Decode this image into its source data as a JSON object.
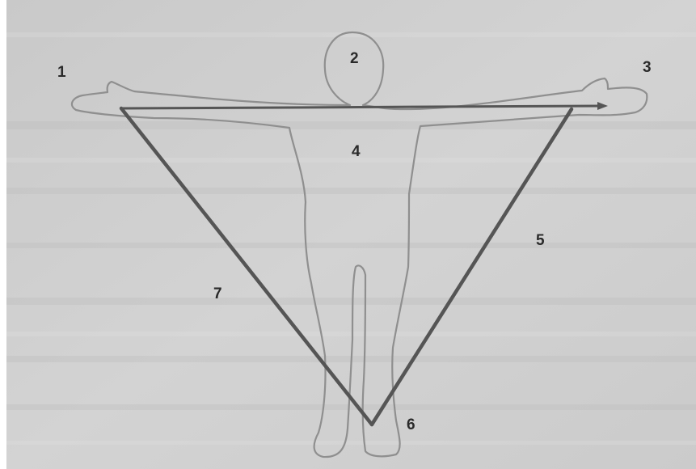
{
  "labels": {
    "p1": "1",
    "p2": "2",
    "p3": "3",
    "p4": "4",
    "p5": "5",
    "p6": "6",
    "p7": "7"
  },
  "colors": {
    "paper": "#cfcfcf",
    "outline": "#8f8f8f",
    "line": "#555555",
    "label": "#2a2a2a"
  }
}
